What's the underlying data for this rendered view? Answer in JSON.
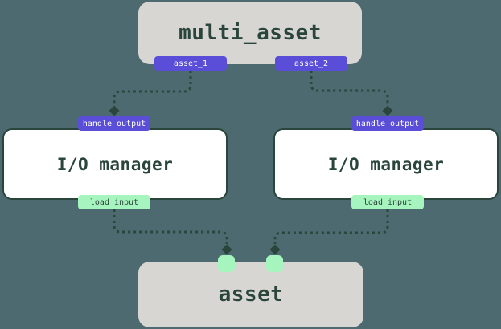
{
  "colors": {
    "background": "#4c6a70",
    "node-fill": "#d8d6d3",
    "ink": "#2a453b",
    "io-fill": "#ffffff",
    "accent-purple": "#5a4ed8",
    "accent-green": "#a6f4be",
    "badge-text-light": "#ffffff"
  },
  "diagram": {
    "multi_asset": {
      "label": "multi_asset",
      "outputs": [
        "asset_1",
        "asset_2"
      ]
    },
    "io_managers": [
      {
        "label": "I/O manager",
        "top_badge": "handle output",
        "bottom_badge": "load input"
      },
      {
        "label": "I/O manager",
        "top_badge": "handle output",
        "bottom_badge": "load input"
      }
    ],
    "asset": {
      "label": "asset",
      "input_port_count": 2
    },
    "edges": [
      {
        "from": "multi-asset-output-asset-1",
        "to": "io-manager-left-handle-output"
      },
      {
        "from": "multi-asset-output-asset-2",
        "to": "io-manager-right-handle-output"
      },
      {
        "from": "io-manager-left-load-input",
        "to": "asset-input-port-1"
      },
      {
        "from": "io-manager-right-load-input",
        "to": "asset-input-port-2"
      }
    ]
  }
}
